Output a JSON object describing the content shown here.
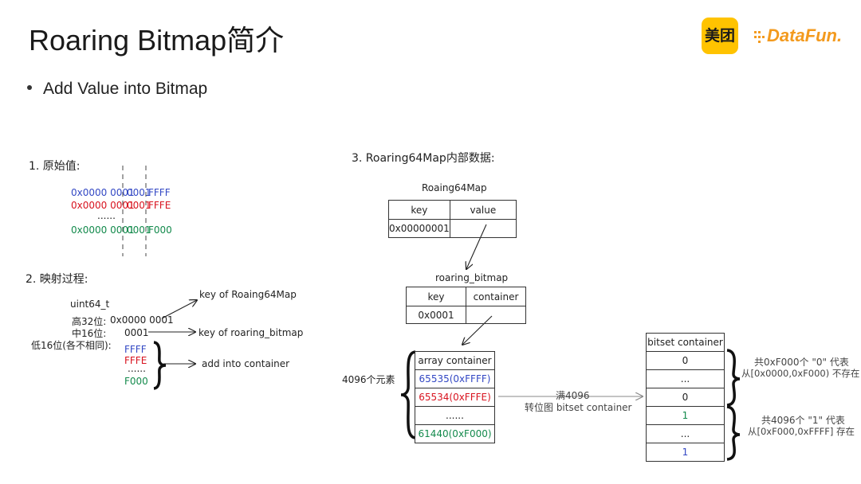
{
  "header": {
    "title": "Roaring Bitmap简介",
    "bullet": "Add Value into Bitmap",
    "logo_meituan": "美团",
    "logo_datafun": "DataFun."
  },
  "colors": {
    "blue": "#3348c4",
    "red": "#d8131f",
    "green": "#138a4c",
    "brand_yellow": "#ffc300",
    "brand_orange": "#f39a1e"
  },
  "section1": {
    "heading": "1. 原始值:",
    "rows": [
      {
        "a": "0x0000 0001",
        "b": "0001",
        "c": "FFFF",
        "color": "blue"
      },
      {
        "a": "0x0000 0001",
        "b": "0001",
        "c": "FFFE",
        "color": "red"
      },
      {
        "a": "......",
        "b": "",
        "c": "",
        "color": "black"
      },
      {
        "a": "0x0000 0001",
        "b": "0001",
        "c": "F000",
        "color": "green"
      }
    ]
  },
  "section2": {
    "heading": "2. 映射过程:",
    "type_label": "uint64_t",
    "high_label": "高32位:",
    "high_value": "0x0000 0001",
    "mid_label": "中16位:",
    "mid_value": "0001",
    "low_label": "低16位(各不相同):",
    "low_values": [
      "FFFF",
      "FFFE",
      "......",
      "F000"
    ],
    "arrow_high": "key of Roaing64Map",
    "arrow_mid": "key of roaring_bitmap",
    "arrow_low": "add into container"
  },
  "section3": {
    "heading": "3. Roaring64Map内部数据:",
    "map_title": "Roaing64Map",
    "map_headers": [
      "key",
      "value"
    ],
    "map_row": [
      "0x00000001",
      ""
    ],
    "rb_title": "roaring_bitmap",
    "rb_headers": [
      "key",
      "container"
    ],
    "rb_row": [
      "0x0001",
      ""
    ],
    "array_header": "array container",
    "array_items": [
      "65535(0xFFFF)",
      "65534(0xFFFE)",
      "......",
      "61440(0xF000)"
    ],
    "array_count_label": "4096个元素",
    "convert_label_1": "满4096",
    "convert_label_2": "转位图 bitset container",
    "bitset_header": "bitset container",
    "bitset_items": [
      "0",
      "...",
      "0",
      "1",
      "...",
      "1"
    ],
    "zero_note_1": "共0xF000个 \"0\" 代表",
    "zero_note_2": "从[0x0000,0xF000) 不存在",
    "one_note_1": "共4096个 \"1\" 代表",
    "one_note_2": "从[0xF000,0xFFFF] 存在"
  }
}
